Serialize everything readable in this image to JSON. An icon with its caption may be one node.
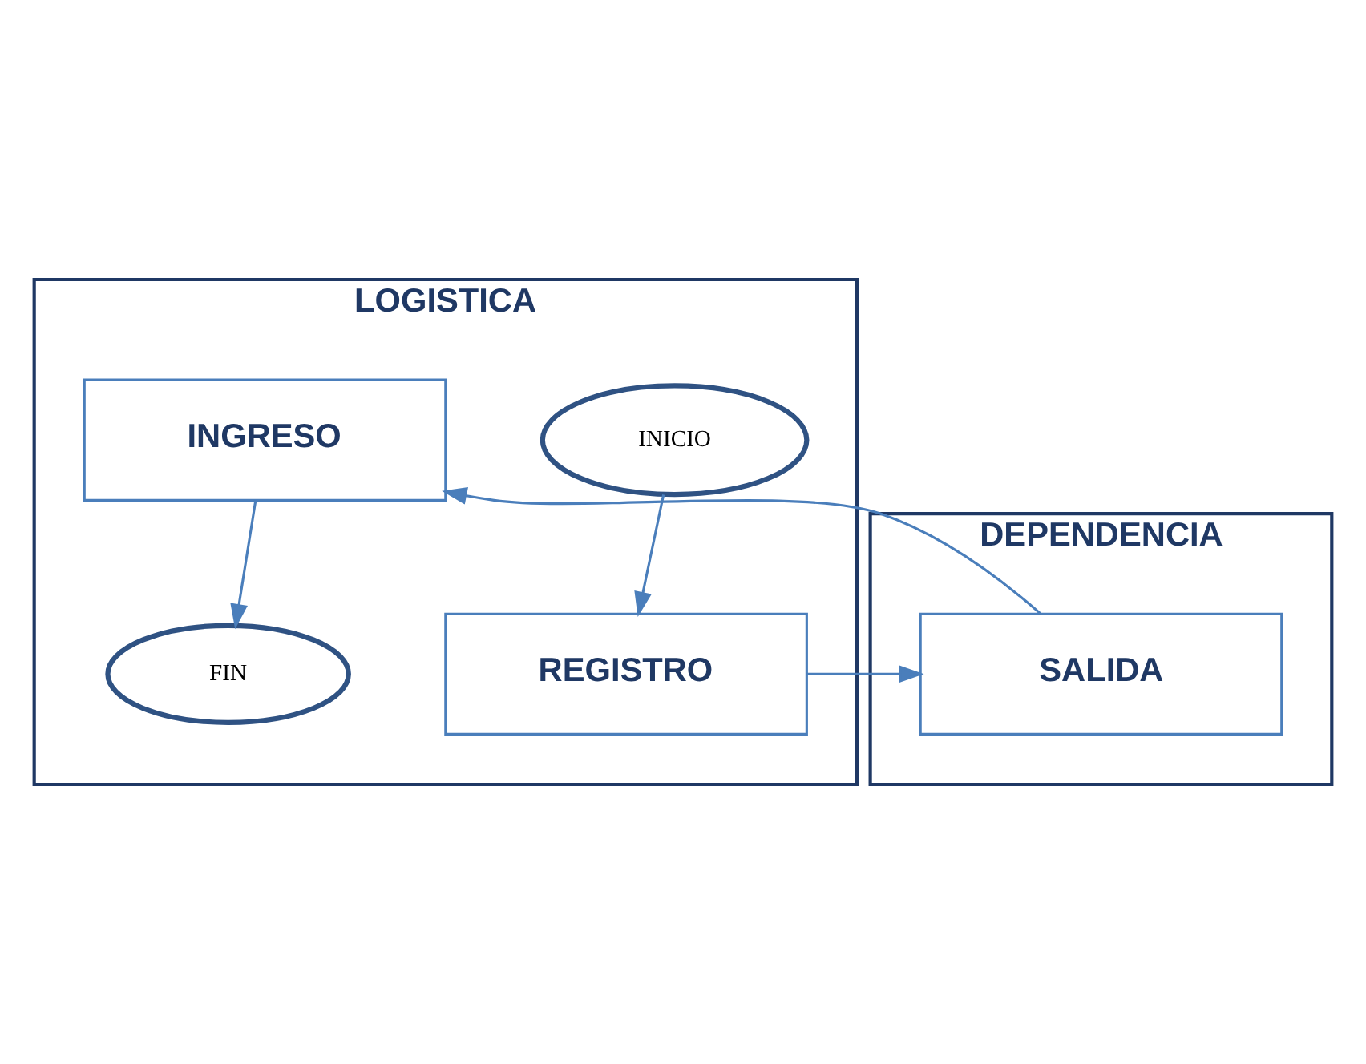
{
  "diagram": {
    "nodes": [
      {
        "text": [
          "LOGISTICA"
        ]
      },
      {
        "text": [
          "DEPENDENCIA"
        ]
      },
      {
        "text": [
          "INICIO"
        ],
        "in": 0
      },
      {
        "text": [
          "REGISTRO"
        ],
        "in": 0
      },
      {
        "text": [
          "SALIDA"
        ],
        "in": 1
      },
      {
        "text": [
          "INGRESO"
        ],
        "in": 0
      },
      {
        "text": [
          "FIN"
        ],
        "in": 0
      }
    ],
    "edges": [
      {
        "from": 2,
        "to": 3,
        "arrow": "to"
      },
      {
        "from": 3,
        "to": 4,
        "arrow": "to"
      },
      {
        "from": 4,
        "to": 5,
        "arrow": "to"
      },
      {
        "from": 5,
        "to": 6,
        "arrow": "to"
      }
    ]
  }
}
